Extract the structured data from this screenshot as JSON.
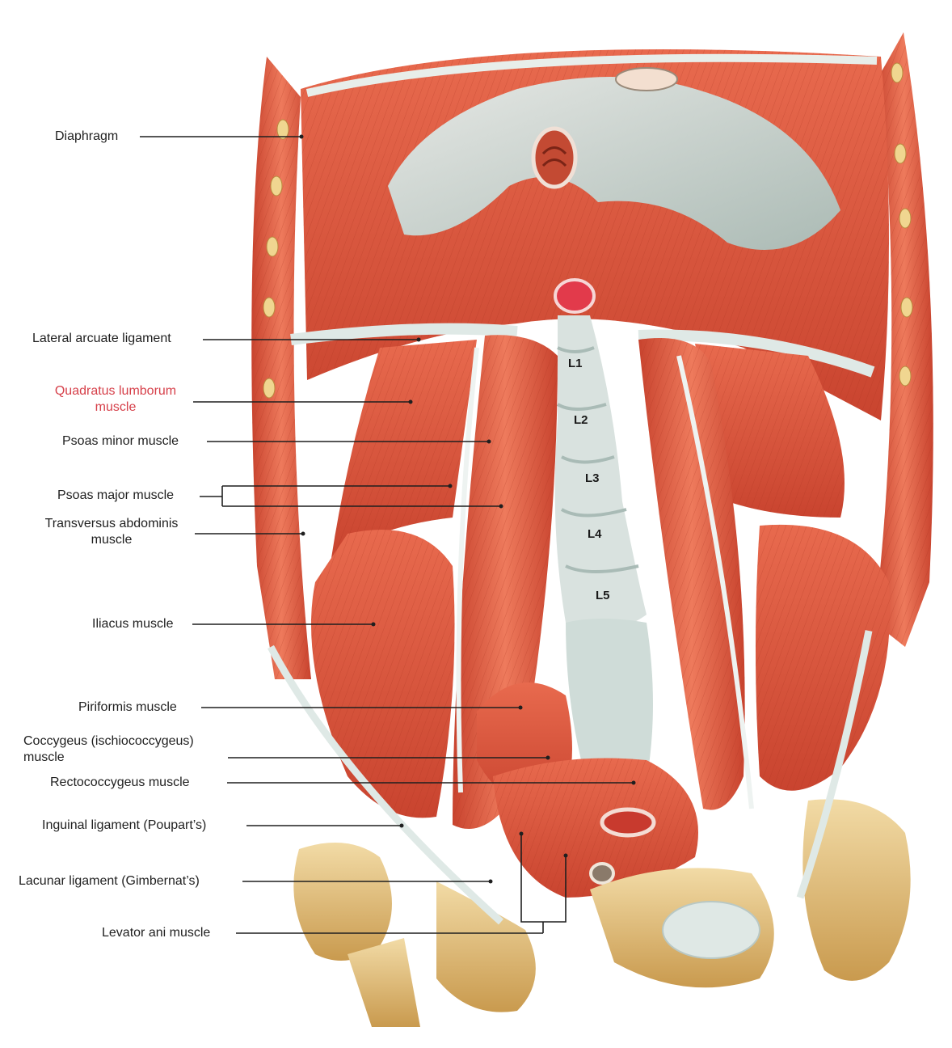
{
  "labels": {
    "diaphragm": "Diaphragm",
    "lateral_arcuate_ligament": "Lateral arcuate ligament",
    "quadratus_lumborum_line1": "Quadratus lumborum",
    "quadratus_lumborum_line2": "muscle",
    "psoas_minor": "Psoas minor muscle",
    "psoas_major": "Psoas major muscle",
    "transversus_line1": "Transversus abdominis",
    "transversus_line2": "muscle",
    "iliacus": "Iliacus muscle",
    "piriformis": "Piriformis muscle",
    "coccygeus_line1": "Coccygeus (ischiococcygeus)",
    "coccygeus_line2": "muscle",
    "rectococcygeus": "Rectococcygeus muscle",
    "inguinal": "Inguinal ligament (Poupart’s)",
    "lacunar": "Lacunar ligament (Gimbernat’s)",
    "levator_ani": "Levator ani muscle"
  },
  "vertebrae": {
    "l1": "L1",
    "l2": "L2",
    "l3": "L3",
    "l4": "L4",
    "l5": "L5"
  },
  "colors": {
    "muscle": "#d9573f",
    "muscle_dark": "#b83a28",
    "muscle_light": "#ef8d6f",
    "tendon": "#c9d8d4",
    "bone": "#e8c98a",
    "bone_dark": "#c99a4e",
    "highlight_label": "#d6404a",
    "leader_line": "#1f1f1f"
  }
}
